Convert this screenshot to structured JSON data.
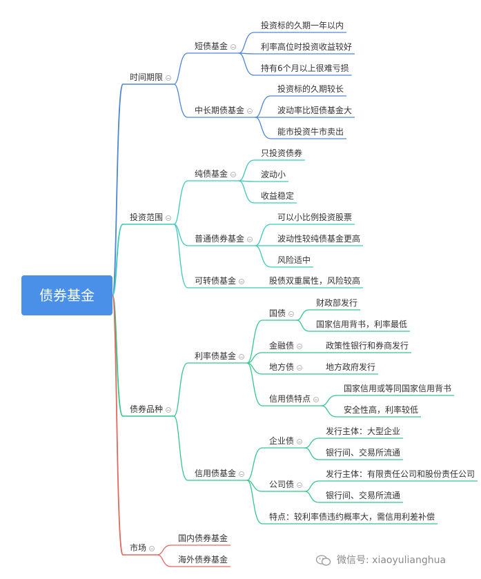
{
  "root": {
    "label": "债券基金"
  },
  "watermark": {
    "text": "微信号: xiaoyulianghua",
    "icon": "wechat-icon"
  },
  "colors": {
    "root": "#4a90e9",
    "time": "#4e86d6",
    "scope": "#3cc9b8",
    "variety": "#34c78b",
    "market": "#e0695c",
    "text": "#333333"
  },
  "tree": [
    {
      "label": "时间期限",
      "branch": "time",
      "children": [
        {
          "label": "短债基金",
          "children": [
            {
              "label": "投资标的久期一年以内"
            },
            {
              "label": "利率高位时投资收益较好"
            },
            {
              "label": "持有6个月以上很难亏损"
            }
          ]
        },
        {
          "label": "中长期债基金",
          "children": [
            {
              "label": "投资标的久期较长"
            },
            {
              "label": "波动率比短债基金大"
            },
            {
              "label": "能市投资牛市卖出"
            }
          ]
        }
      ]
    },
    {
      "label": "投资范围",
      "branch": "scope",
      "children": [
        {
          "label": "纯债基金",
          "children": [
            {
              "label": "只投资债券"
            },
            {
              "label": "波动小"
            },
            {
              "label": "收益稳定"
            }
          ]
        },
        {
          "label": "普通债券基金",
          "children": [
            {
              "label": "可以小比例投资股票"
            },
            {
              "label": "波动性较纯债基金更高"
            },
            {
              "label": "风险适中"
            }
          ]
        },
        {
          "label": "可转债基金",
          "children": [
            {
              "label": "股债双重属性，风险较高"
            }
          ]
        }
      ]
    },
    {
      "label": "债券品种",
      "branch": "variety",
      "children": [
        {
          "label": "利率债基金",
          "children": [
            {
              "label": "国债",
              "children": [
                {
                  "label": "财政部发行"
                },
                {
                  "label": "国家信用背书，利率最低"
                }
              ]
            },
            {
              "label": "金融债",
              "children": [
                {
                  "label": "政策性银行和券商发行"
                }
              ]
            },
            {
              "label": "地方债",
              "children": [
                {
                  "label": "地方政府发行"
                }
              ]
            },
            {
              "label": "信用债特点",
              "children": [
                {
                  "label": "国家信用或等同国家信用背书"
                },
                {
                  "label": "安全性高，利率较低"
                }
              ]
            }
          ]
        },
        {
          "label": "信用债基金",
          "children": [
            {
              "label": "企业债",
              "children": [
                {
                  "label": "发行主体：大型企业"
                },
                {
                  "label": "银行间、交易所流通"
                }
              ]
            },
            {
              "label": "公司债",
              "children": [
                {
                  "label": "发行主体：有限责任公司和股份责任公司"
                },
                {
                  "label": "银行间、交易所流通"
                }
              ]
            },
            {
              "label": "特点：较利率债违约概率大，需信用利差补偿"
            }
          ]
        }
      ]
    },
    {
      "label": "市场",
      "branch": "market",
      "children": [
        {
          "label": "国内债券基金"
        },
        {
          "label": "海外债券基金"
        }
      ]
    }
  ]
}
